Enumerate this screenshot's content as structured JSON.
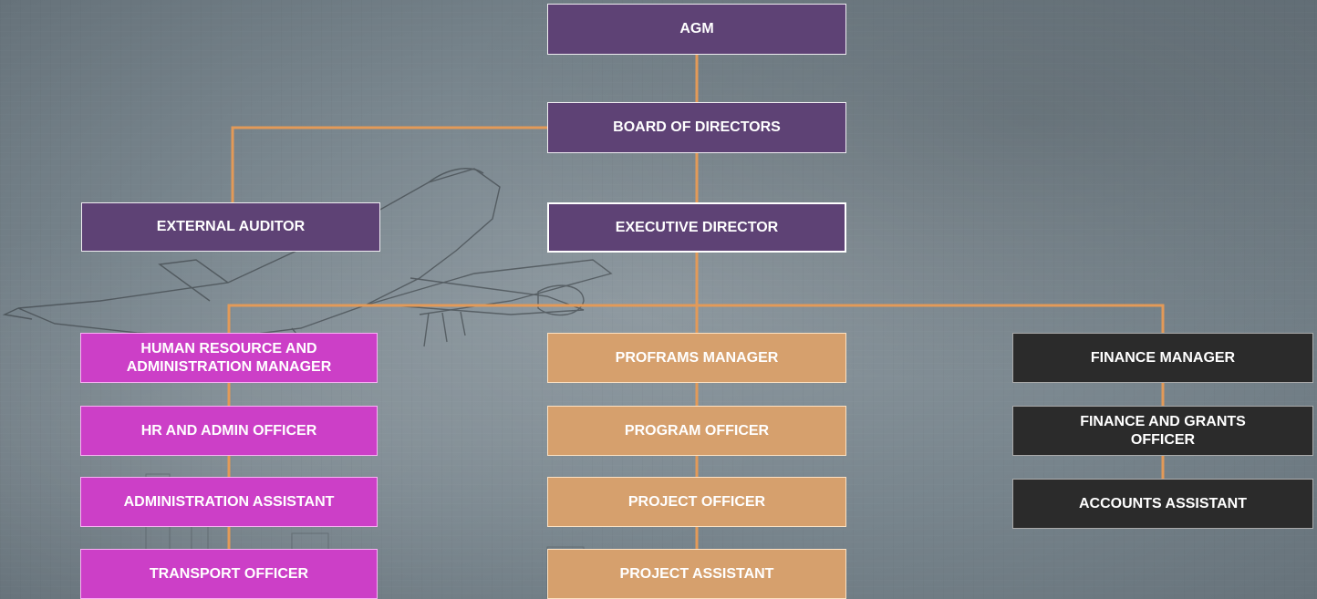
{
  "diagram": {
    "nodes": {
      "agm": "AGM",
      "board": "BOARD OF DIRECTORS",
      "external_auditor": "EXTERNAL AUDITOR",
      "executive_director": "EXECUTIVE DIRECTOR",
      "hr_admin_manager": "HUMAN RESOURCE AND\nADMINISTRATION MANAGER",
      "hr_admin_officer": "HR AND ADMIN OFFICER",
      "administration_assistant": "ADMINISTRATION ASSISTANT",
      "transport_officer": "TRANSPORT OFFICER",
      "programs_manager": "PROFRAMS MANAGER",
      "program_officer": "PROGRAM OFFICER",
      "project_officer": "PROJECT OFFICER",
      "project_assistant": "PROJECT ASSISTANT",
      "finance_manager": "FINANCE MANAGER",
      "finance_grants_officer": "FINANCE AND GRANTS\nOFFICER",
      "accounts_assistant": "ACCOUNTS ASSISTANT"
    },
    "colors": {
      "governance": "#5e4275",
      "hr_admin": "#cc3fc7",
      "programs": "#d6a06d",
      "finance": "#2b2b2b",
      "connector": "#e39a58"
    }
  }
}
